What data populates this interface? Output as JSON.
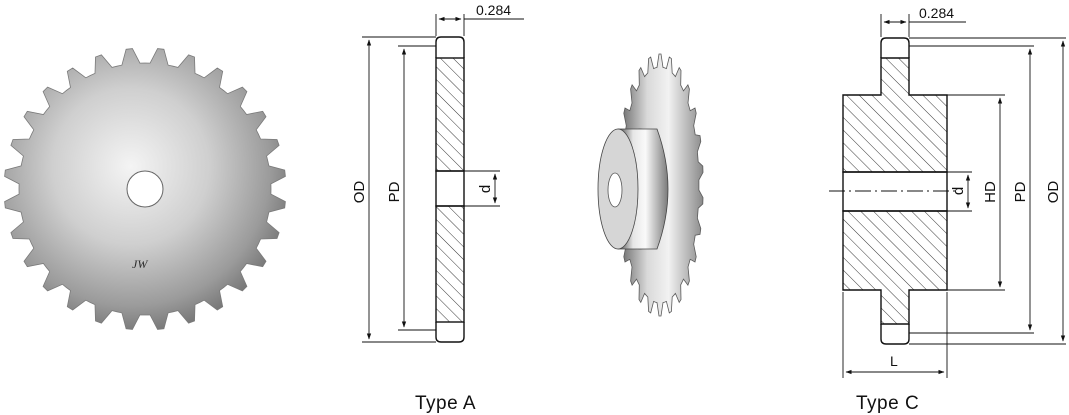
{
  "logo": "JW",
  "type_a": {
    "caption": "Type  A",
    "tooth_width": "0.284",
    "od": "OD",
    "pd": "PD",
    "bore": "d"
  },
  "type_c": {
    "caption": "Type  C",
    "tooth_width": "0.284",
    "od": "OD",
    "pd": "PD",
    "hd": "HD",
    "bore": "d",
    "hub_length": "L"
  }
}
